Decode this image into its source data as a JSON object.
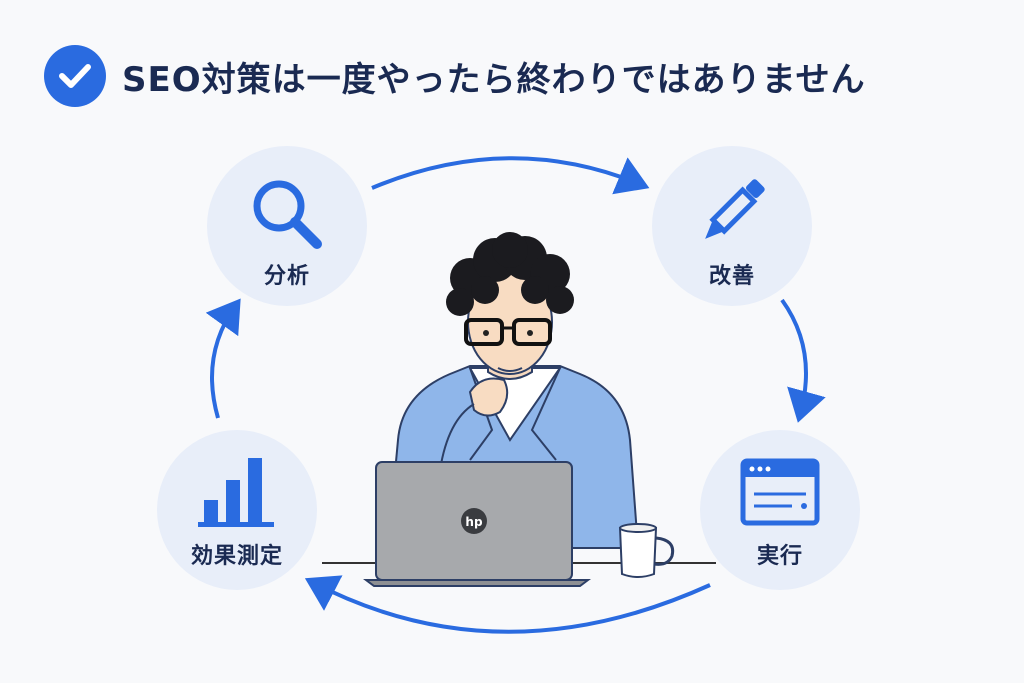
{
  "header": {
    "title": "SEO対策は一度やったら終わりではありません",
    "icon": "check-circle-icon"
  },
  "cycle": {
    "steps": [
      {
        "label": "分析",
        "icon": "magnifier-icon"
      },
      {
        "label": "改善",
        "icon": "pencil-icon"
      },
      {
        "label": "実行",
        "icon": "browser-window-icon"
      },
      {
        "label": "効果測定",
        "icon": "bar-chart-icon"
      }
    ]
  },
  "illustration": {
    "laptop_logo": "hp"
  },
  "colors": {
    "accent": "#2a6be0",
    "title": "#1a2a52",
    "circle_bg": "#e8eef9",
    "jacket": "#8fb6ea"
  }
}
